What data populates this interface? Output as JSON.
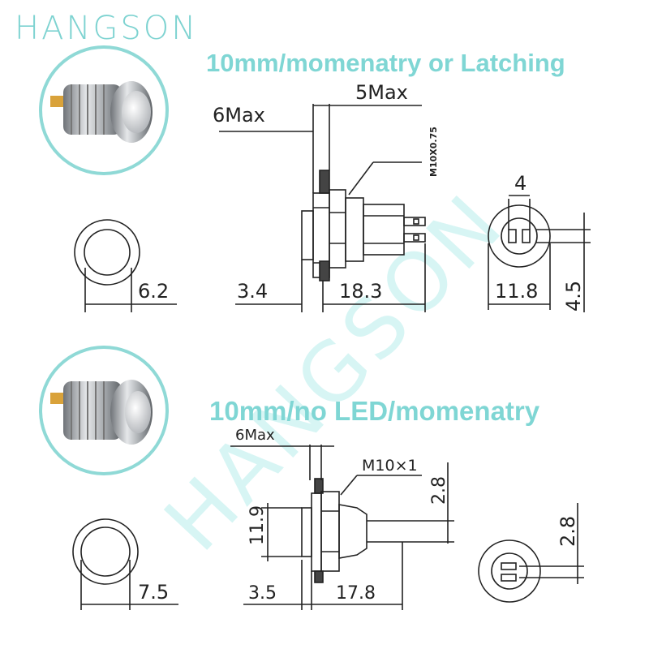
{
  "brand": "HANGSON",
  "watermark": "HANGSON",
  "colors": {
    "accent": "#7fd6d4",
    "line": "#222222",
    "metal": "#b9bcc0"
  },
  "section1": {
    "heading": "10mm/momenatry or Latching",
    "labels": {
      "six_max": "6Max",
      "five_max": "5Max",
      "thread": "M10X0.75",
      "front_dia": "6.2",
      "flange": "3.4",
      "body_len": "18.3",
      "pin_w": "4",
      "rear_dia": "11.8",
      "pin_h": "4.5"
    }
  },
  "section2": {
    "heading": "10mm/no LED/momenatry",
    "labels": {
      "six_max": "6Max",
      "thread": "M10×1",
      "front_dia": "7.5",
      "height": "11.9",
      "flange": "3.5",
      "body_len": "17.8",
      "pin_len": "2.8",
      "rear_pin": "2.8"
    }
  }
}
